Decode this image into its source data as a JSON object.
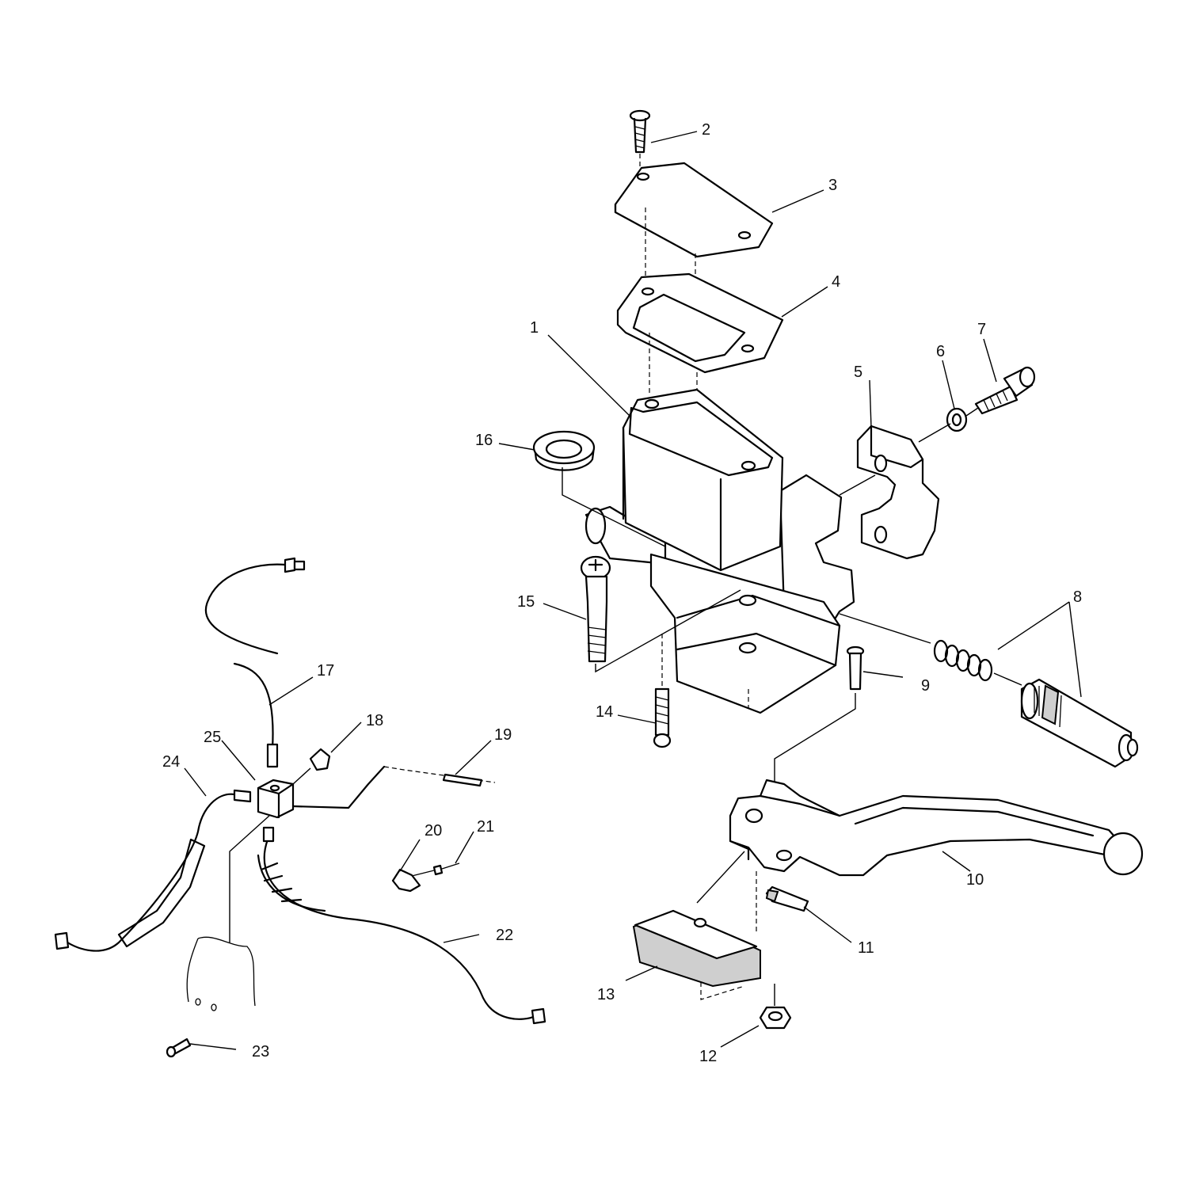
{
  "colors": {
    "ink": "#000000",
    "paper": "#ffffff",
    "shade": "#cfcfcf"
  },
  "callouts": [
    {
      "id": "1",
      "label": "1"
    },
    {
      "id": "2",
      "label": "2"
    },
    {
      "id": "3",
      "label": "3"
    },
    {
      "id": "4",
      "label": "4"
    },
    {
      "id": "5",
      "label": "5"
    },
    {
      "id": "6",
      "label": "6"
    },
    {
      "id": "7",
      "label": "7"
    },
    {
      "id": "8",
      "label": "8"
    },
    {
      "id": "9",
      "label": "9"
    },
    {
      "id": "10",
      "label": "10"
    },
    {
      "id": "11",
      "label": "11"
    },
    {
      "id": "12",
      "label": "12"
    },
    {
      "id": "13",
      "label": "13"
    },
    {
      "id": "14",
      "label": "14"
    },
    {
      "id": "15",
      "label": "15"
    },
    {
      "id": "16",
      "label": "16"
    },
    {
      "id": "17",
      "label": "17"
    },
    {
      "id": "18",
      "label": "18"
    },
    {
      "id": "19",
      "label": "19"
    },
    {
      "id": "20",
      "label": "20"
    },
    {
      "id": "21",
      "label": "21"
    },
    {
      "id": "22",
      "label": "22"
    },
    {
      "id": "23",
      "label": "23"
    },
    {
      "id": "24",
      "label": "24"
    },
    {
      "id": "25",
      "label": "25"
    }
  ]
}
